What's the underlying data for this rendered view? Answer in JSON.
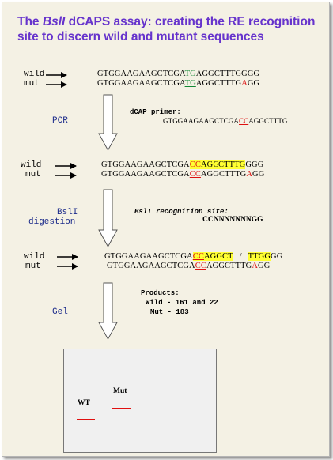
{
  "title": {
    "part1": "The ",
    "enzyme": "BslI",
    "part2": " dCAPS assay: creating the RE recognition site to discern wild and mutant sequences"
  },
  "labels": {
    "wild": "wild",
    "mut": "mut"
  },
  "steps": {
    "pcr": "PCR",
    "digest_line1": "BslI",
    "digest_line2": "digestion",
    "gel": "Gel"
  },
  "block1": {
    "wild": [
      "GTGGAAGAAGCTCGA",
      "TG",
      "AGGCTTTGGGG"
    ],
    "mut": [
      "GTGGAAGAAGCTCGA",
      "TG",
      "AGGCTTTG",
      "A",
      "GG"
    ]
  },
  "primer": {
    "label": "dCAP primer:",
    "seq": [
      "GTGGAAGAAGCTCGA",
      "CC",
      "AGGCTTTG"
    ]
  },
  "block2": {
    "wild": [
      "GTGGAAGAAGCTCGA",
      "CC",
      "AGG",
      "CTTTG",
      "GGG"
    ],
    "mut": [
      "GTGGAAGAAGCTCGA",
      "CC",
      "AGGCTTTG",
      "A",
      "GG"
    ]
  },
  "recognition": {
    "label": "BslI recognition site:",
    "seq": "CCNNNNNNNGG"
  },
  "block3": {
    "wild": [
      "GTGGAAGAAGCTCGA",
      "CC",
      "AGGCT",
      "   /   ",
      "TTGG",
      "GG"
    ],
    "mut": [
      "GTGGAAGAAGCTCGA",
      "CC",
      "AGGCTTTG",
      "A",
      "GG"
    ]
  },
  "products": {
    "label": "Products:",
    "wild": "Wild - 161 and 22",
    "mut": "Mut - 183"
  },
  "gel": {
    "wt": "WT",
    "mut": "Mut"
  }
}
